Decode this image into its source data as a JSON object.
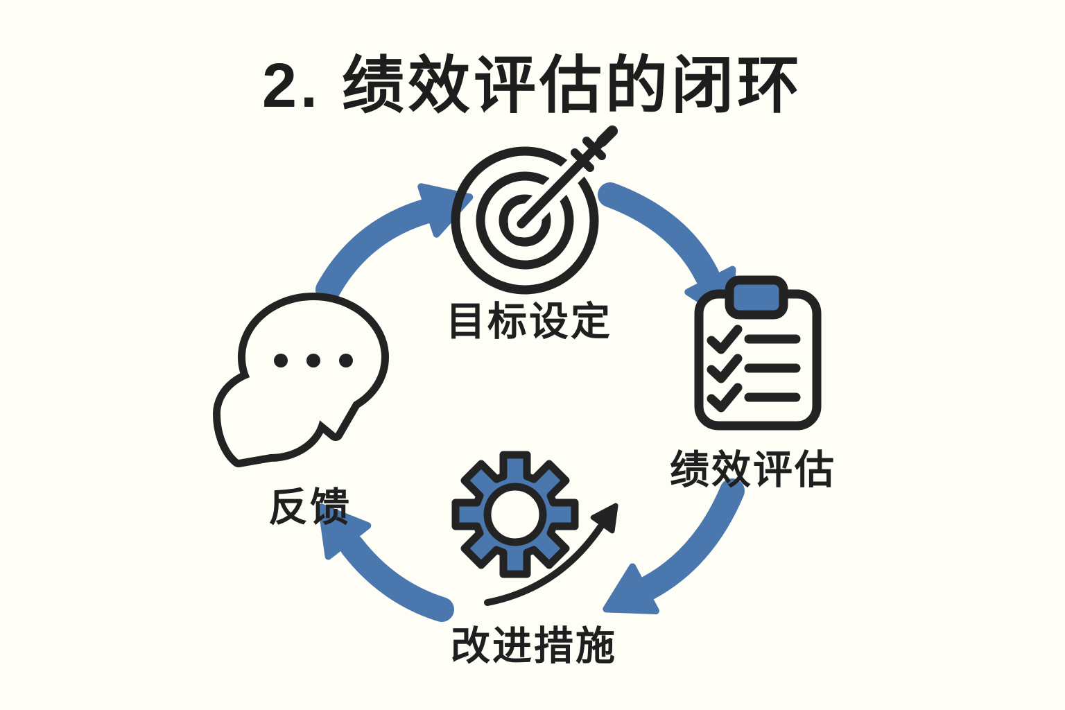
{
  "page": {
    "background_color": "#fefdf6",
    "ink_color": "#1f1f1f",
    "accent_blue": "#4a77ae"
  },
  "title": "2. 绩效评估的闭环",
  "cycle": {
    "steps": [
      {
        "label": "目标设定",
        "icon": "target-dart-icon",
        "position": "top"
      },
      {
        "label": "绩效评估",
        "icon": "clipboard-checklist-icon",
        "position": "right"
      },
      {
        "label": "改进措施",
        "icon": "gear-growth-icon",
        "position": "bottom"
      },
      {
        "label": "反馈",
        "icon": "speech-bubbles-icon",
        "position": "left"
      }
    ],
    "arrows": [
      {
        "from": "反馈",
        "to": "目标设定",
        "direction": "up-right"
      },
      {
        "from": "目标设定",
        "to": "绩效评估",
        "direction": "down-right"
      },
      {
        "from": "绩效评估",
        "to": "改进措施",
        "direction": "down-left"
      },
      {
        "from": "改进措施",
        "to": "反馈",
        "direction": "up-left"
      }
    ]
  }
}
